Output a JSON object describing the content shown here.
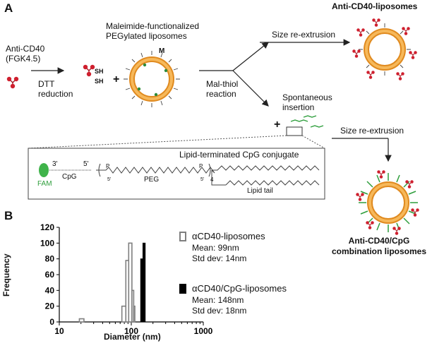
{
  "panel_a": {
    "label": "A",
    "antibody_name": "Anti-CD40",
    "antibody_clone": "(FGK4.5)",
    "dtt_line1": "DTT",
    "dtt_line2": "reduction",
    "sh1": "SH",
    "sh2": "SH",
    "plus": "+",
    "liposome_line1": "Maleimide-functionalized",
    "liposome_line2": "PEGylated liposomes",
    "maleimide_mark": "M",
    "malthiol_line1": "Mal-thiol",
    "malthiol_line2": "reaction",
    "size_reextrusion_top": "Size re-extrusion",
    "product_top": "Anti-CD40-liposomes",
    "spontaneous_line1": "Spontaneous",
    "spontaneous_line2": "insertion",
    "plus2": "+",
    "size_reextrusion_bottom": "Size re-extrusion",
    "product_bottom_line1": "Anti-CD40/CpG",
    "product_bottom_line2": "combination liposomes"
  },
  "conjugate": {
    "title": "Lipid-terminated CpG conjugate",
    "fam": "FAM",
    "cpg": "CpG",
    "peg": "PEG",
    "lipid_tail": "Lipid tail",
    "end3": "3'",
    "end5": "5'",
    "p1": "P",
    "p2": "P",
    "sub4": "4",
    "o5": "5'",
    "o5b": "5'"
  },
  "panel_b": {
    "label": "B"
  },
  "chart_data": {
    "type": "bar",
    "subtype": "histogram",
    "xlabel": "Diameter (nm)",
    "ylabel": "Frequency",
    "xscale": "log",
    "xlim": [
      10,
      1000
    ],
    "ylim": [
      0,
      120
    ],
    "xticks": [
      "10",
      "100",
      "1000"
    ],
    "yticks": [
      "0",
      "20",
      "40",
      "60",
      "80",
      "100",
      "120"
    ],
    "series": [
      {
        "name": "αCD40-liposomes",
        "stats": [
          "Mean: 99nm",
          "Std dev: 14nm"
        ],
        "color": "#7f7f7f",
        "bins": [
          [
            19,
            22,
            4
          ],
          [
            74,
            84,
            20
          ],
          [
            84,
            92,
            78
          ],
          [
            92,
            102,
            100
          ],
          [
            102,
            108,
            40
          ],
          [
            108,
            112,
            20
          ]
        ]
      },
      {
        "name": "αCD40/CpG-liposomes",
        "stats": [
          "Mean: 148nm",
          "Std dev: 18nm"
        ],
        "color": "#000000",
        "bins": [
          [
            135,
            145,
            80
          ],
          [
            145,
            156,
            100
          ]
        ]
      }
    ],
    "legend_position": "right"
  },
  "colors": {
    "liposome": "#f0a33b",
    "antibody": "#cf1f2e",
    "fam": "#3fb34a",
    "cpg_strand": "#2e9e3c"
  }
}
